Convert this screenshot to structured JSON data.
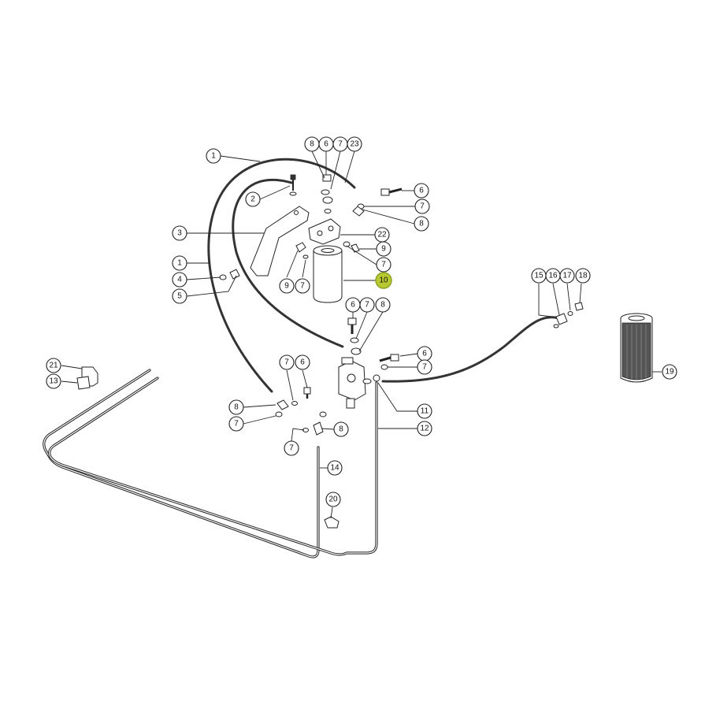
{
  "diagram": {
    "highlight_color": "#b8c832",
    "callouts": [
      {
        "id": "c1a",
        "label": "1"
      },
      {
        "id": "c1b",
        "label": "1"
      },
      {
        "id": "c2",
        "label": "2"
      },
      {
        "id": "c3",
        "label": "3"
      },
      {
        "id": "c4",
        "label": "4"
      },
      {
        "id": "c5",
        "label": "5"
      },
      {
        "id": "c8a",
        "label": "8"
      },
      {
        "id": "c6a",
        "label": "6"
      },
      {
        "id": "c7a",
        "label": "7"
      },
      {
        "id": "c23",
        "label": "23"
      },
      {
        "id": "c6b",
        "label": "6"
      },
      {
        "id": "c7b",
        "label": "7"
      },
      {
        "id": "c8b",
        "label": "8"
      },
      {
        "id": "c22",
        "label": "22"
      },
      {
        "id": "c9a",
        "label": "9"
      },
      {
        "id": "c7c",
        "label": "7"
      },
      {
        "id": "c10",
        "label": "10",
        "highlighted": true
      },
      {
        "id": "c9b",
        "label": "9"
      },
      {
        "id": "c7d",
        "label": "7"
      },
      {
        "id": "c6c",
        "label": "6"
      },
      {
        "id": "c7e",
        "label": "7"
      },
      {
        "id": "c8c",
        "label": "8"
      },
      {
        "id": "c6d",
        "label": "6"
      },
      {
        "id": "c7f",
        "label": "7"
      },
      {
        "id": "c7g",
        "label": "7"
      },
      {
        "id": "c6e",
        "label": "6"
      },
      {
        "id": "c8d",
        "label": "8"
      },
      {
        "id": "c7h",
        "label": "7"
      },
      {
        "id": "c8e",
        "label": "8"
      },
      {
        "id": "c7i",
        "label": "7"
      },
      {
        "id": "c11",
        "label": "11"
      },
      {
        "id": "c12",
        "label": "12"
      },
      {
        "id": "c14",
        "label": "14"
      },
      {
        "id": "c20",
        "label": "20"
      },
      {
        "id": "c15",
        "label": "15"
      },
      {
        "id": "c16",
        "label": "16"
      },
      {
        "id": "c17",
        "label": "17"
      },
      {
        "id": "c18",
        "label": "18"
      },
      {
        "id": "c19",
        "label": "19"
      },
      {
        "id": "c21",
        "label": "21"
      },
      {
        "id": "c13",
        "label": "13"
      }
    ]
  }
}
